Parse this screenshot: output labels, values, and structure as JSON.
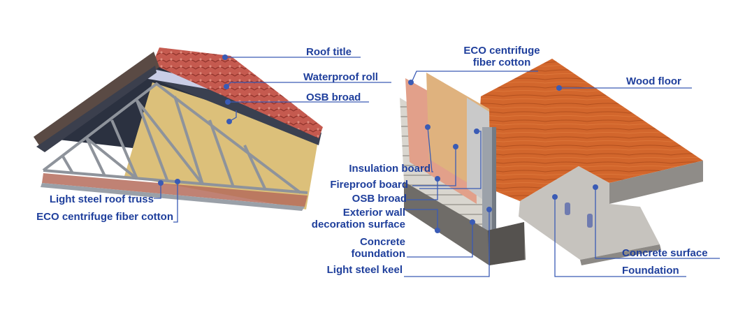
{
  "roof": {
    "labels": {
      "roof_tile": "Roof title",
      "waterproof_roll": "Waterproof roll",
      "osb_board": "OSB broad",
      "light_steel_roof_truss": "Light steel roof truss",
      "eco_fiber_cotton": "ECO centrifuge fiber cotton"
    }
  },
  "wall": {
    "labels": {
      "eco_fiber_cotton_1": "ECO centrifuge",
      "eco_fiber_cotton_2": "fiber cotton",
      "wood_floor": "Wood floor",
      "insulation_board": "Insulation board",
      "fireproof_board": "Fireproof board",
      "osb_board": "OSB broad",
      "exterior_wall_1": "Exterior wall",
      "exterior_wall_2": "decoration surface",
      "concrete_foundation_1": "Concrete",
      "concrete_foundation_2": "foundation",
      "light_steel_keel": "Light steel keel",
      "concrete_surface": "Concrete surface",
      "foundation": "Foundation"
    }
  },
  "colors": {
    "label_text": "#1f3f9c",
    "leader_line": "#3a5bb5",
    "roof_tile": "#c7564a",
    "waterproof": "#2e3442",
    "osb": "#d9bf7a",
    "steel": "#a8adb4",
    "wood_floor": "#d0642a",
    "concrete": "#b9b6b2",
    "insulation": "#e6a08c"
  }
}
